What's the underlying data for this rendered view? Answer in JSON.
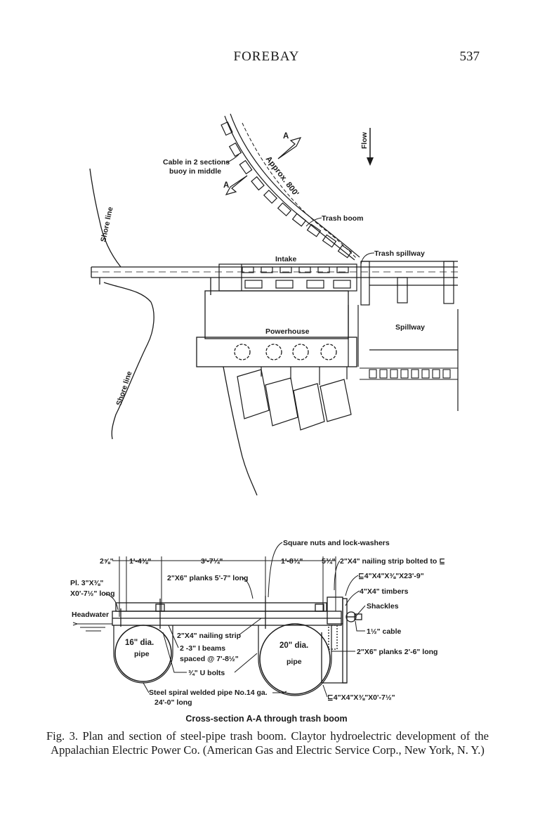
{
  "header": {
    "running_title": "FOREBAY",
    "page_number": "537"
  },
  "plan": {
    "flow": "Flow",
    "cable": "Cable in 2 sections",
    "buoy": "buoy in middle",
    "section_marker": "A",
    "approx": "Approx. 800'",
    "trash_boom": "Trash boom",
    "trash_spillway": "Trash spillway",
    "shore_line": "Shore line",
    "intake": "Intake",
    "powerhouse": "Powerhouse",
    "spillway": "Spillway"
  },
  "section": {
    "square_nuts": "Square nuts and lock-washers",
    "dim_2_5_8": "2⅝\"",
    "dim_1_4_3_8": "1'-4⅜\"",
    "dim_3_7_1_4": "3'-7¼\"",
    "dim_1_8_3_4": "1'-8¾\"",
    "dim_5_3_4": "5¾\"",
    "nailing_strip_2x4_bolted": "2\"X4\" nailing strip bolted to ⊑",
    "plate_1": "Pl. 3\"X⅜\"",
    "plate_2": "X0'-7½\" long",
    "planks_2x6_long": "2\"X6\" planks 5'-7\" long",
    "angle_top": "⊑4\"X4\"X⅜\"X23'-9\"",
    "timbers": "4\"X4\" timbers",
    "shackles": "Shackles",
    "headwater": "Headwater",
    "pipe_16": "16\" dia.",
    "pipe_20": "20\" dia.",
    "pipe_word": "pipe",
    "nailing_strip": "2\"X4\" nailing strip",
    "i_beams": "2 -3\" I beams",
    "spaced": "spaced @ 7'-8½\"",
    "u_bolts": "¾\" U bolts",
    "cable_1_1_2": "1½\" cable",
    "planks_2x6_short": "2\"X6\" planks 2'-6\" long",
    "steel_pipe_1": "Steel spiral welded pipe No.14 ga.",
    "steel_pipe_2": "24'-0\" long",
    "angle_bottom": "⊑4\"X4\"X⅜\"X0'-7½\""
  },
  "section_caption": "Cross-section A-A through trash boom",
  "figure_caption": "Fig. 3. Plan and section of steel-pipe trash boom. Claytor hydroelectric development of the Appalachian Electric Power Co. (American Gas and Electric Service Corp., New York, N. Y.)"
}
